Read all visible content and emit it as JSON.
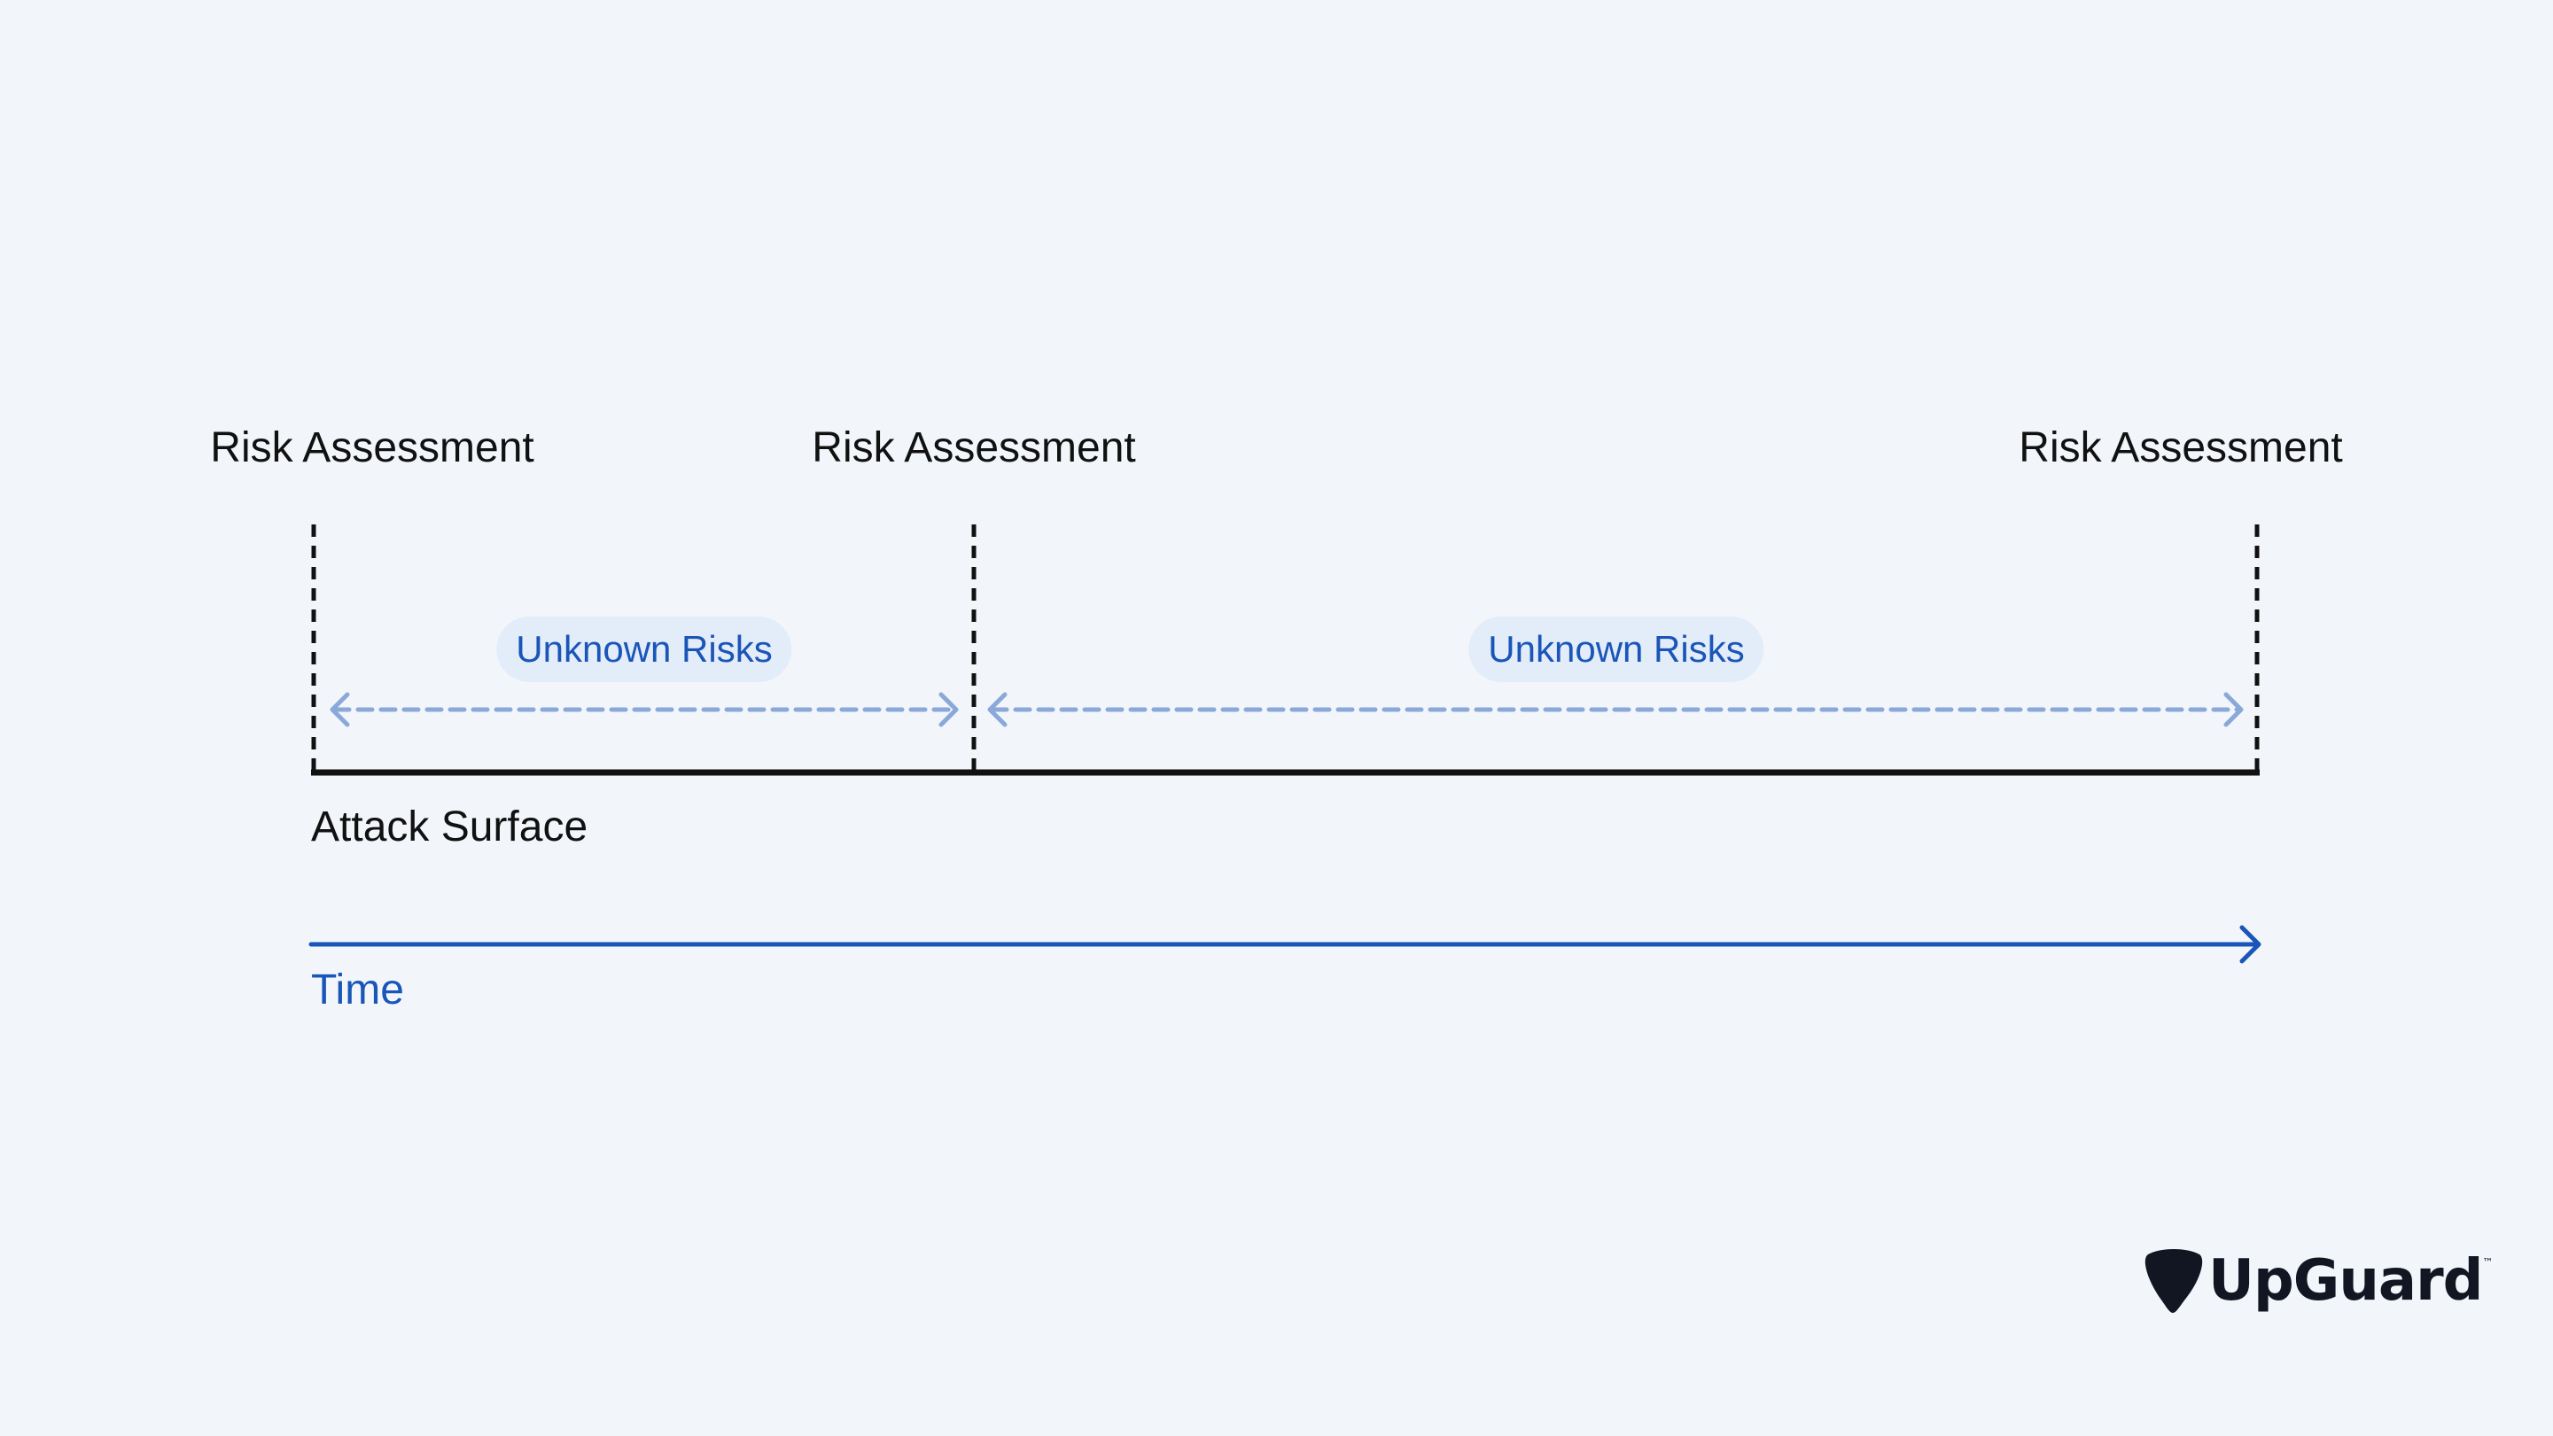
{
  "milestones": [
    {
      "label": "Risk Assessment"
    },
    {
      "label": "Risk Assessment"
    },
    {
      "label": "Risk Assessment"
    }
  ],
  "gaps": [
    {
      "label": "Unknown Risks"
    },
    {
      "label": "Unknown Risks"
    }
  ],
  "surface_label": "Attack Surface",
  "time_label": "Time",
  "logo": {
    "text": "UpGuard",
    "trademark": "™"
  },
  "colors": {
    "background": "#f2f6fb",
    "ink": "#111111",
    "accent_blue": "#1a55b8",
    "dashed_arrow": "#8aa8d8",
    "pill_bg": "#e3ecf9"
  }
}
